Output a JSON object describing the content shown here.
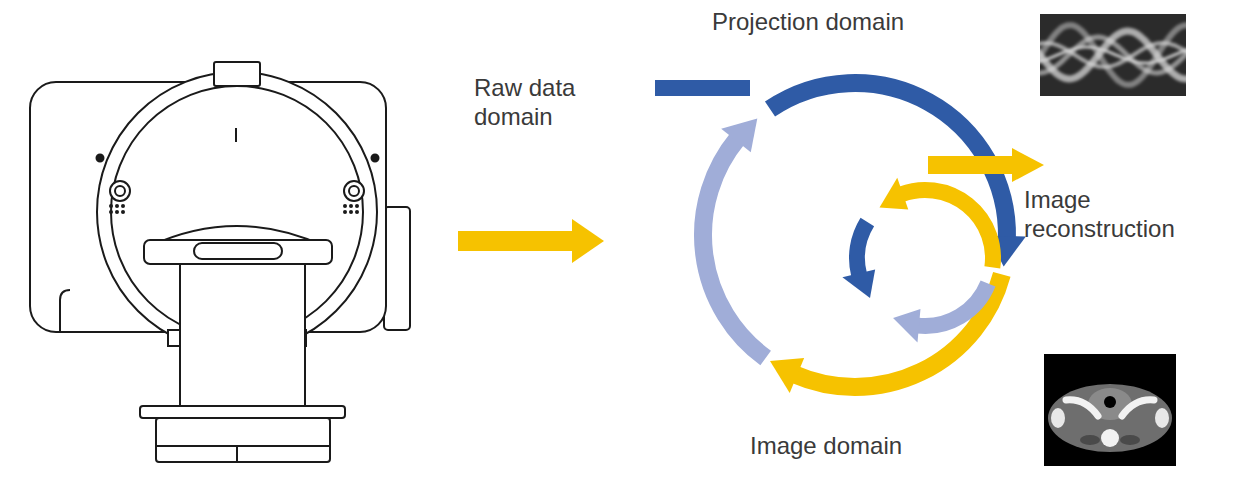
{
  "diagram": {
    "labels": [
      "Projection domain",
      "Raw data domain",
      "Image reconstruction",
      "Image domain"
    ]
  }
}
